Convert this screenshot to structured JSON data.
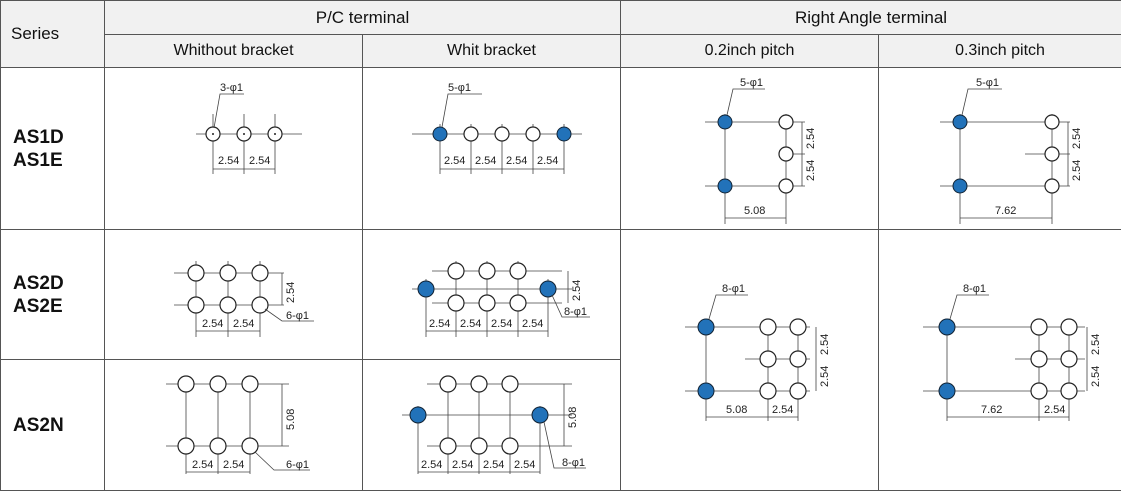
{
  "header": {
    "series": "Series",
    "pc_terminal": "P/C terminal",
    "right_angle_terminal": "Right Angle terminal",
    "without_bracket": "Whithout bracket",
    "with_bracket": "Whit bracket",
    "pitch_02": "0.2inch pitch",
    "pitch_03": "0.3inch pitch"
  },
  "rows": [
    {
      "series": [
        "AS1D",
        "AS1E"
      ]
    },
    {
      "series": [
        "AS2D",
        "AS2E"
      ]
    },
    {
      "series": [
        "AS2N"
      ]
    }
  ],
  "drawings": {
    "as1_no_bracket": {
      "holes": "3-φ1",
      "d1": "2.54",
      "d2": "2.54"
    },
    "as1_bracket": {
      "holes": "5-φ1",
      "d1": "2.54",
      "d2": "2.54",
      "d3": "2.54",
      "d4": "2.54"
    },
    "as1_ra_02": {
      "holes": "5-φ1",
      "v1": "2.54",
      "v2": "2.54",
      "h1": "5.08"
    },
    "as1_ra_03": {
      "holes": "5-φ1",
      "v1": "2.54",
      "v2": "2.54",
      "h1": "7.62"
    },
    "as2_no_bracket": {
      "holes": "6-φ1",
      "v1": "2.54",
      "d1": "2.54",
      "d2": "2.54"
    },
    "as2_bracket": {
      "holes": "8-φ1",
      "v1": "2.54",
      "d1": "2.54",
      "d2": "2.54",
      "d3": "2.54",
      "d4": "2.54"
    },
    "as2_ra_02": {
      "holes": "8-φ1",
      "v1": "2.54",
      "v2": "2.54",
      "h1": "5.08",
      "h2": "2.54"
    },
    "as2_ra_03": {
      "holes": "8-φ1",
      "v1": "2.54",
      "v2": "2.54",
      "h1": "7.62",
      "h2": "2.54"
    },
    "as2n_no_bracket": {
      "holes": "6-φ1",
      "v1": "5.08",
      "d1": "2.54",
      "d2": "2.54"
    },
    "as2n_bracket": {
      "holes": "8-φ1",
      "v1": "5.08",
      "d1": "2.54",
      "d2": "2.54",
      "d3": "2.54",
      "d4": "2.54"
    }
  },
  "colors": {
    "bracket_pin": "#2272b9",
    "header_bg": "#f1f1f1",
    "border": "#555555"
  }
}
